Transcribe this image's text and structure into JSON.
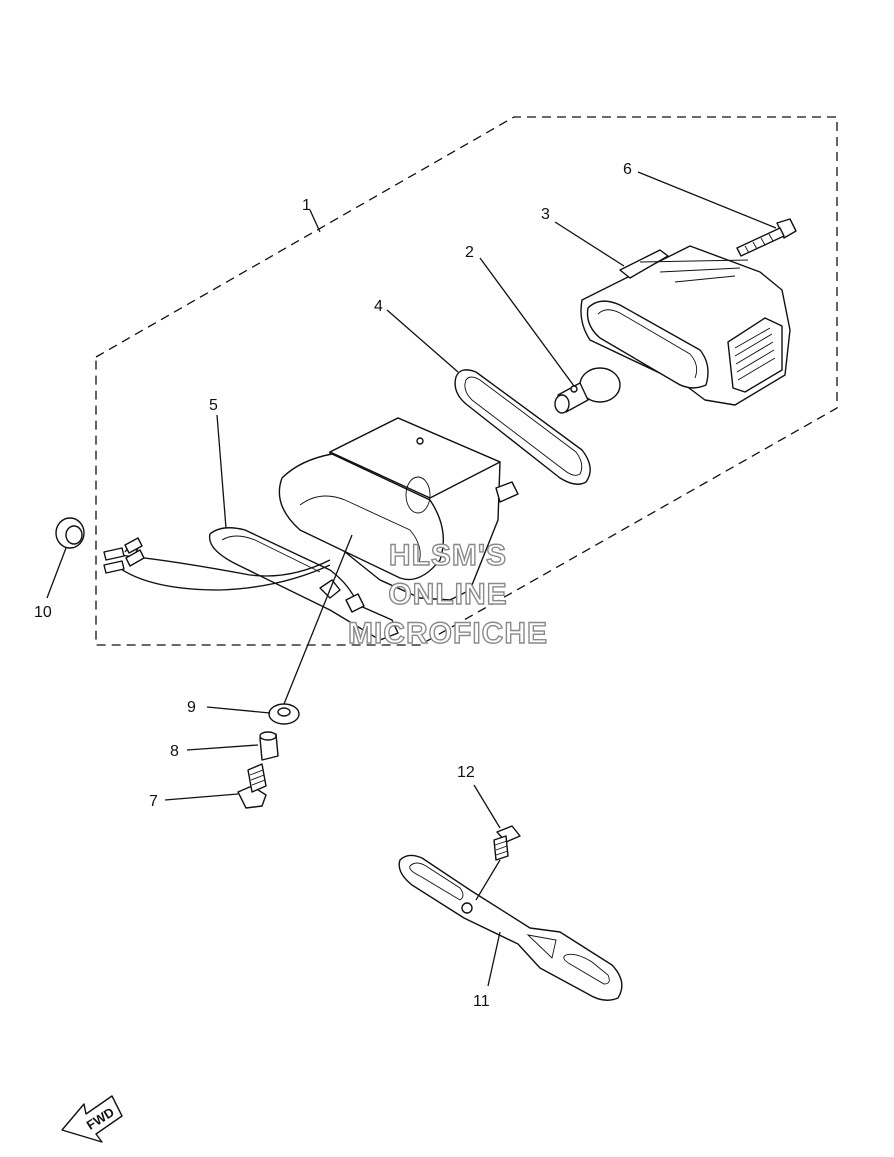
{
  "diagram": {
    "callouts": {
      "c1": "1",
      "c2": "2",
      "c3": "3",
      "c4": "4",
      "c5": "5",
      "c6": "6",
      "c7": "7",
      "c8": "8",
      "c9": "9",
      "c10": "10",
      "c11": "11",
      "c12": "12"
    },
    "watermark": {
      "line1": "HLSM'S",
      "line2": "ONLINE",
      "line3": "MICROFICHE"
    },
    "direction_arrow": {
      "label": "FWD"
    },
    "colors": {
      "ink": "#111111",
      "watermark_outline": "#8a8a8a",
      "background": "#ffffff"
    }
  }
}
